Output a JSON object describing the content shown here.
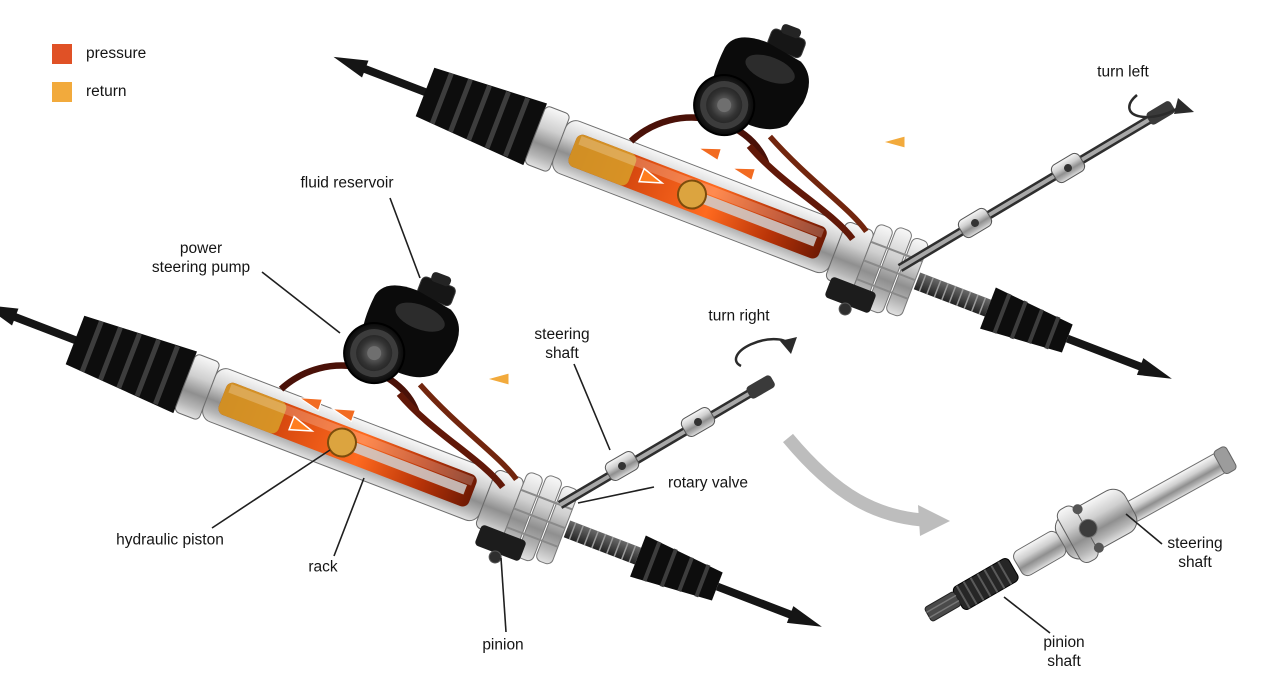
{
  "legend": {
    "items": [
      {
        "label": "pressure",
        "color": "#E05126"
      },
      {
        "label": "return",
        "color": "#F2AA3C"
      }
    ]
  },
  "labels": {
    "fluid_reservoir": "fluid reservoir",
    "power_steering_pump": "power\nsteering pump",
    "steering_shaft": "steering\nshaft",
    "turn_right": "turn right",
    "turn_left": "turn left",
    "rotary_valve": "rotary valve",
    "hydraulic_piston": "hydraulic piston",
    "rack": "rack",
    "pinion": "pinion",
    "detail_steering_shaft": "steering\nshaft",
    "detail_pinion_shaft": "pinion\nshaft"
  },
  "colors": {
    "pressure_flow_arrow": "#F26B21",
    "return_flow_arrow": "#F2AA3C"
  }
}
